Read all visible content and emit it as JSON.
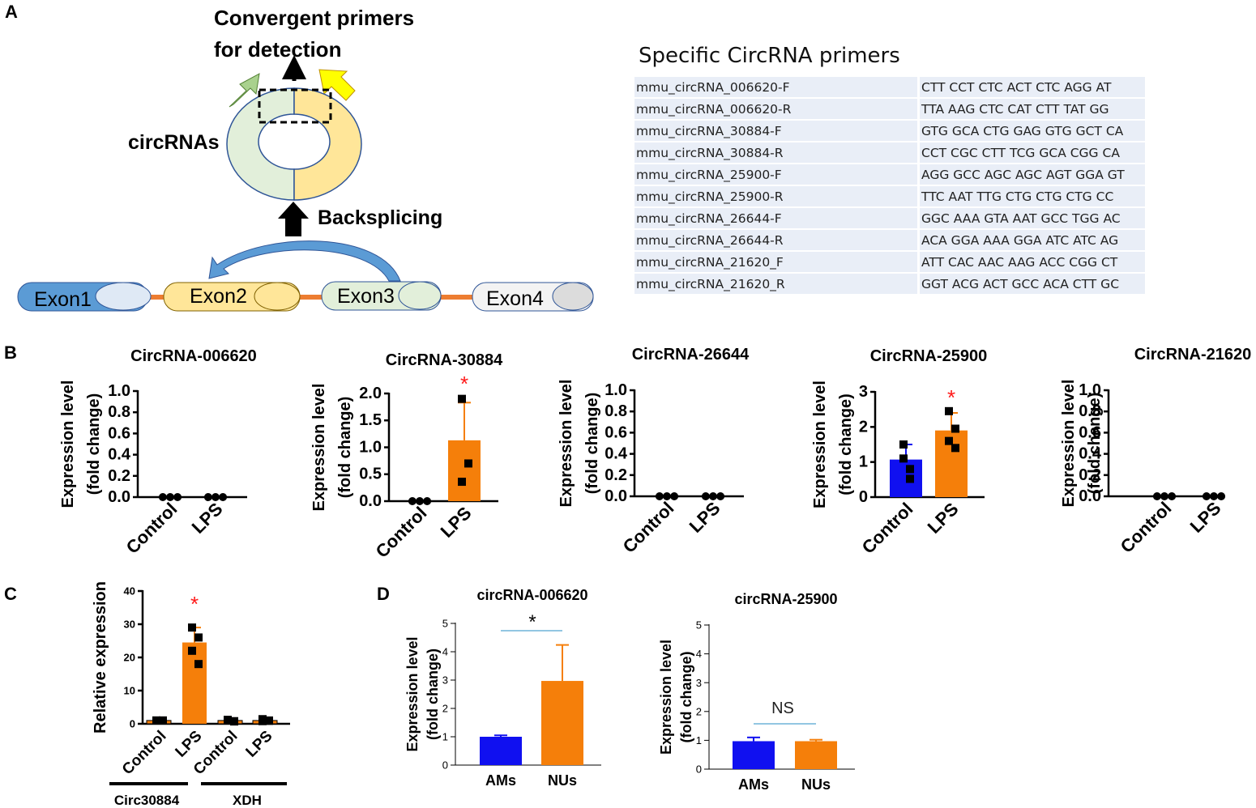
{
  "panelA": {
    "label": "A",
    "title_line1": "Convergent primers",
    "title_line2": "for detection",
    "circ_label": "circRNAs",
    "backsplicing_label": "Backsplicing",
    "exons": [
      "Exon1",
      "Exon2",
      "Exon3",
      "Exon4"
    ],
    "table_title": "Specific CircRNA primers",
    "primers": [
      {
        "name": "mmu_circRNA_006620-F",
        "seq": "CTT CCT CTC ACT CTC AGG AT"
      },
      {
        "name": "mmu_circRNA_006620-R",
        "seq": "TTA AAG CTC CAT CTT TAT GG"
      },
      {
        "name": "mmu_circRNA_30884-F",
        "seq": "GTG GCA CTG GAG GTG GCT CA"
      },
      {
        "name": "mmu_circRNA_30884-R",
        "seq": "CCT CGC CTT TCG GCA CGG CA"
      },
      {
        "name": "mmu_circRNA_25900-F",
        "seq": "AGG GCC AGC AGC AGT GGA GT"
      },
      {
        "name": "mmu_circRNA_25900-R",
        "seq": "TTC AAT TTG CTG CTG CTG CC"
      },
      {
        "name": "mmu_circRNA_26644-F",
        "seq": "GGC AAA GTA AAT GCC TGG AC"
      },
      {
        "name": "mmu_circRNA_26644-R",
        "seq": "ACA GGA AAA GGA ATC ATC AG"
      },
      {
        "name": "mmu_circRNA_21620_F",
        "seq": "ATT CAC AAC AAG ACC CGG CT"
      },
      {
        "name": "mmu_circRNA_21620_R",
        "seq": "GGT ACG ACT GCC ACA CTT GC"
      }
    ]
  },
  "panelB_label": "B",
  "panelC_label": "C",
  "panelD_label": "D",
  "chart_data": [
    {
      "panel": "B",
      "type": "bar",
      "title": "CircRNA-006620",
      "ylabel": "Expression level (fold change)",
      "ylim": [
        0,
        1.0
      ],
      "yticks": [
        "0.0",
        "0.2",
        "0.4",
        "0.6",
        "0.8",
        "1.0"
      ],
      "categories": [
        "Control",
        "LPS"
      ],
      "values": [
        0.0,
        0.0
      ],
      "errors": [
        0,
        0
      ],
      "points": [
        [
          0,
          0,
          0
        ],
        [
          0,
          0,
          0
        ]
      ],
      "significance": ""
    },
    {
      "panel": "B",
      "type": "bar",
      "title": "CircRNA-30884",
      "ylabel": "Expression level (fold change)",
      "ylim": [
        0,
        2.0
      ],
      "yticks": [
        "0.0",
        "0.5",
        "1.0",
        "1.5",
        "2.0"
      ],
      "categories": [
        "Control",
        "LPS"
      ],
      "values": [
        0.0,
        1.13
      ],
      "errors": [
        0,
        0.7
      ],
      "points": [
        [
          0,
          0,
          0
        ],
        [
          1.9,
          0.7,
          0.36
        ]
      ],
      "significance": "*"
    },
    {
      "panel": "B",
      "type": "bar",
      "title": "CircRNA-26644",
      "ylabel": "Expression level (fold change)",
      "ylim": [
        0,
        1.0
      ],
      "yticks": [
        "0.0",
        "0.2",
        "0.4",
        "0.6",
        "0.8",
        "1.0"
      ],
      "categories": [
        "Control",
        "LPS"
      ],
      "values": [
        0.0,
        0.0
      ],
      "errors": [
        0,
        0
      ],
      "points": [
        [
          0,
          0,
          0
        ],
        [
          0,
          0,
          0
        ]
      ],
      "significance": ""
    },
    {
      "panel": "B",
      "type": "bar",
      "title": "CircRNA-25900",
      "ylabel": "Expression level (fold change)",
      "ylim": [
        0,
        3
      ],
      "yticks": [
        "0",
        "1",
        "2",
        "3"
      ],
      "categories": [
        "Control",
        "LPS"
      ],
      "values": [
        1.07,
        1.9
      ],
      "errors": [
        0.43,
        0.5
      ],
      "points": [
        [
          1.5,
          0.8,
          1.1,
          0.52
        ],
        [
          2.45,
          1.95,
          1.6,
          1.4
        ]
      ],
      "significance": "*"
    },
    {
      "panel": "B",
      "type": "bar",
      "title": "CircRNA-21620",
      "ylabel": "Expression level (fold change)",
      "ylim": [
        0,
        1.0
      ],
      "yticks": [
        "0.0",
        "0.2",
        "0.4",
        "0.6",
        "0.8",
        "1.0"
      ],
      "categories": [
        "Control",
        "LPS"
      ],
      "values": [
        0.0,
        0.0
      ],
      "errors": [
        0,
        0
      ],
      "points": [
        [
          0,
          0,
          0
        ],
        [
          0,
          0,
          0
        ]
      ],
      "significance": ""
    },
    {
      "panel": "C",
      "type": "bar",
      "title": "",
      "ylabel": "Relative expression",
      "ylim": [
        0,
        40
      ],
      "yticks": [
        "0",
        "10",
        "20",
        "30",
        "40"
      ],
      "categories": [
        "Control",
        "LPS",
        "Control",
        "LPS"
      ],
      "values": [
        1.0,
        24.5,
        1.0,
        1.0
      ],
      "errors": [
        0.2,
        4.5,
        0.4,
        0.4
      ],
      "points": [
        [
          1,
          1,
          1,
          1
        ],
        [
          29,
          26,
          22,
          18
        ],
        [
          1.2,
          0.8,
          1,
          0.7
        ],
        [
          1.4,
          0.9,
          0.8,
          1
        ]
      ],
      "groups": [
        "Circ30884",
        "XDH"
      ],
      "significance": "*"
    },
    {
      "panel": "D",
      "type": "bar",
      "title": "circRNA-006620",
      "ylabel": "Expression level (fold change)",
      "ylim": [
        0,
        5
      ],
      "yticks": [
        "0",
        "1",
        "2",
        "3",
        "4",
        "5"
      ],
      "categories": [
        "AMs",
        "NUs"
      ],
      "values": [
        1.0,
        2.97
      ],
      "errors": [
        0.05,
        1.27
      ],
      "significance": "*"
    },
    {
      "panel": "D",
      "type": "bar",
      "title": "circRNA-25900",
      "ylabel": "Expression level (fold change)",
      "ylim": [
        0,
        5
      ],
      "yticks": [
        "0",
        "1",
        "2",
        "3",
        "4",
        "5"
      ],
      "categories": [
        "AMs",
        "NUs"
      ],
      "values": [
        0.97,
        0.97
      ],
      "errors": [
        0.13,
        0.05
      ],
      "significance": "NS"
    }
  ],
  "colors": {
    "control_blue": "#1010f0",
    "lps_orange": "#f57f0a",
    "star_red": "#ff1a1a",
    "bracket_line": "#6fb4d8",
    "exon_blue": "#5b9bd5",
    "exon_yellow": "#ffe699",
    "exon_green": "#e2efda",
    "exon_grey": "#ededed",
    "intron_orange": "#ed7d31",
    "arrow_green": "#a9d18e",
    "arrow_yellow": "#ffff00"
  }
}
